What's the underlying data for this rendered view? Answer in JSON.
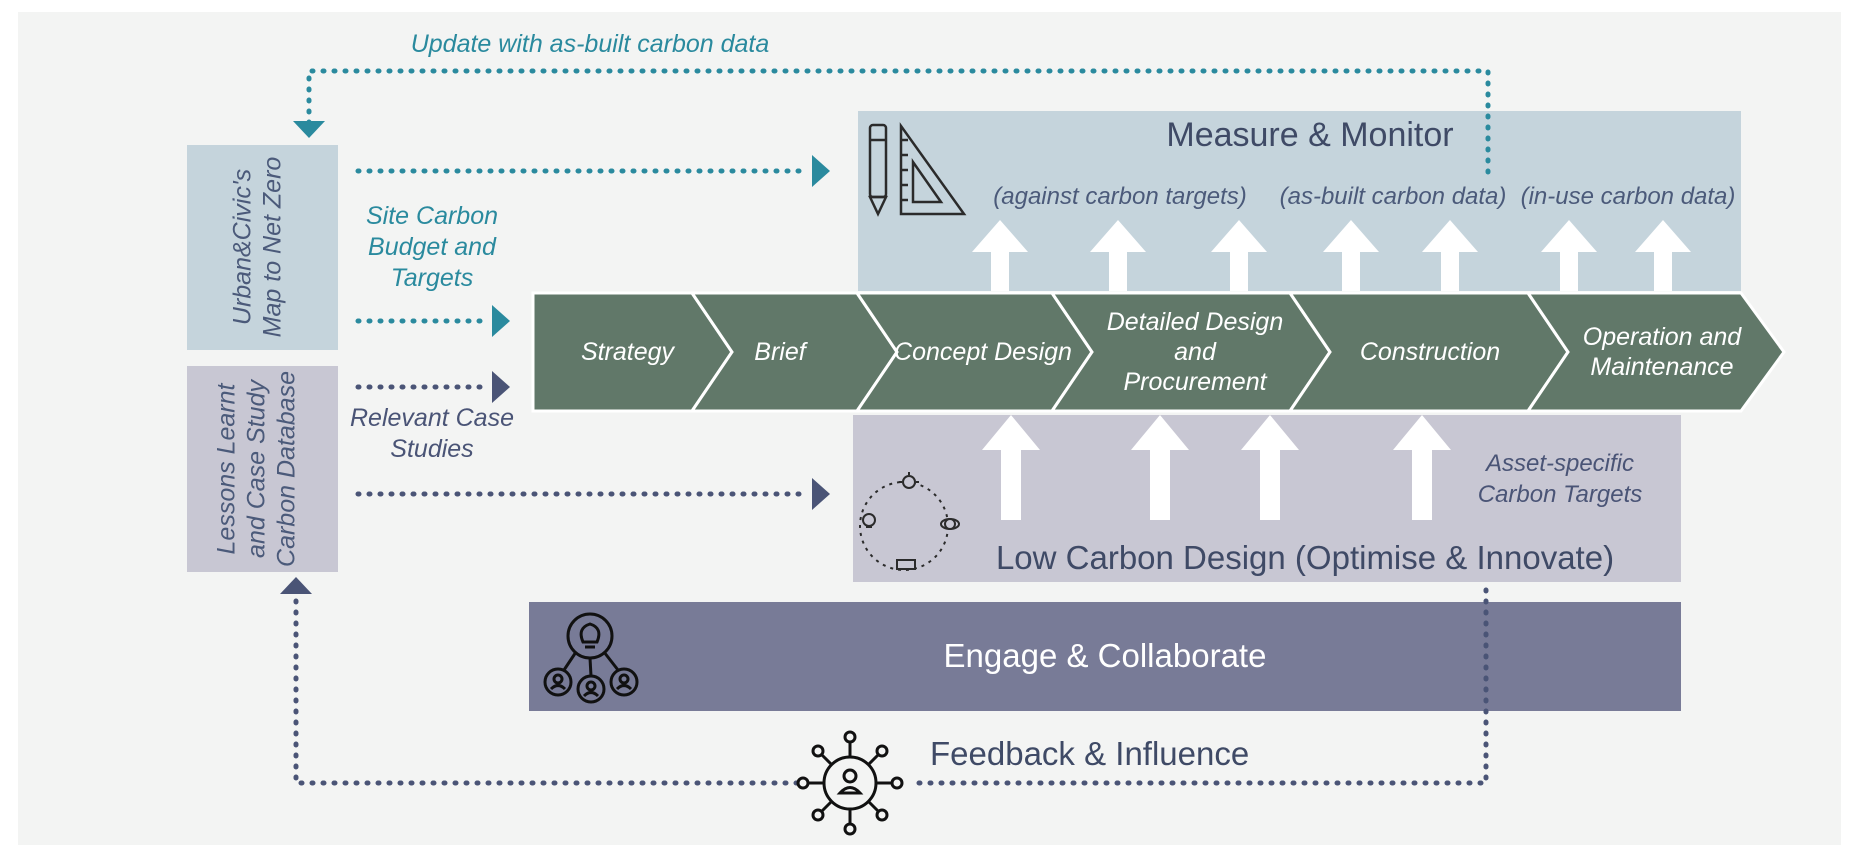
{
  "diagram": {
    "update_label": "Update with as-built carbon data",
    "left_boxes": {
      "map": "Urban&Civic's Map to Net Zero",
      "lessons": "Lessons Learnt and Case Study Carbon Database"
    },
    "notes": {
      "site_budget": "Site Carbon Budget and Targets",
      "case_studies": "Relevant Case Studies",
      "asset_targets": "Asset-specific Carbon Targets"
    },
    "measure_monitor": {
      "title": "Measure & Monitor",
      "sub_labels": [
        "(against carbon targets)",
        "(as-built carbon data)",
        "(in-use carbon data)"
      ]
    },
    "stages": [
      "Strategy",
      "Brief",
      "Concept Design",
      "Detailed Design and Procurement",
      "Construction",
      "Operation and Maintenance"
    ],
    "low_carbon_title": "Low Carbon Design (Optimise & Innovate)",
    "engage_title": "Engage & Collaborate",
    "feedback_title": "Feedback & Influence",
    "icons": [
      "pencil-icon",
      "set-square-icon",
      "design-cycle-icon",
      "collaboration-icon",
      "network-user-icon"
    ],
    "colors": {
      "teal_accent": "#2a8a9e",
      "navy_accent": "#4a5476",
      "stage_green": "#617869",
      "measure_box": "#c5d4dc",
      "low_carbon_box": "#c8c7d3",
      "engage_box": "#787b97",
      "map_box": "#c5d4dc",
      "lessons_box": "#c8c7d3"
    }
  }
}
